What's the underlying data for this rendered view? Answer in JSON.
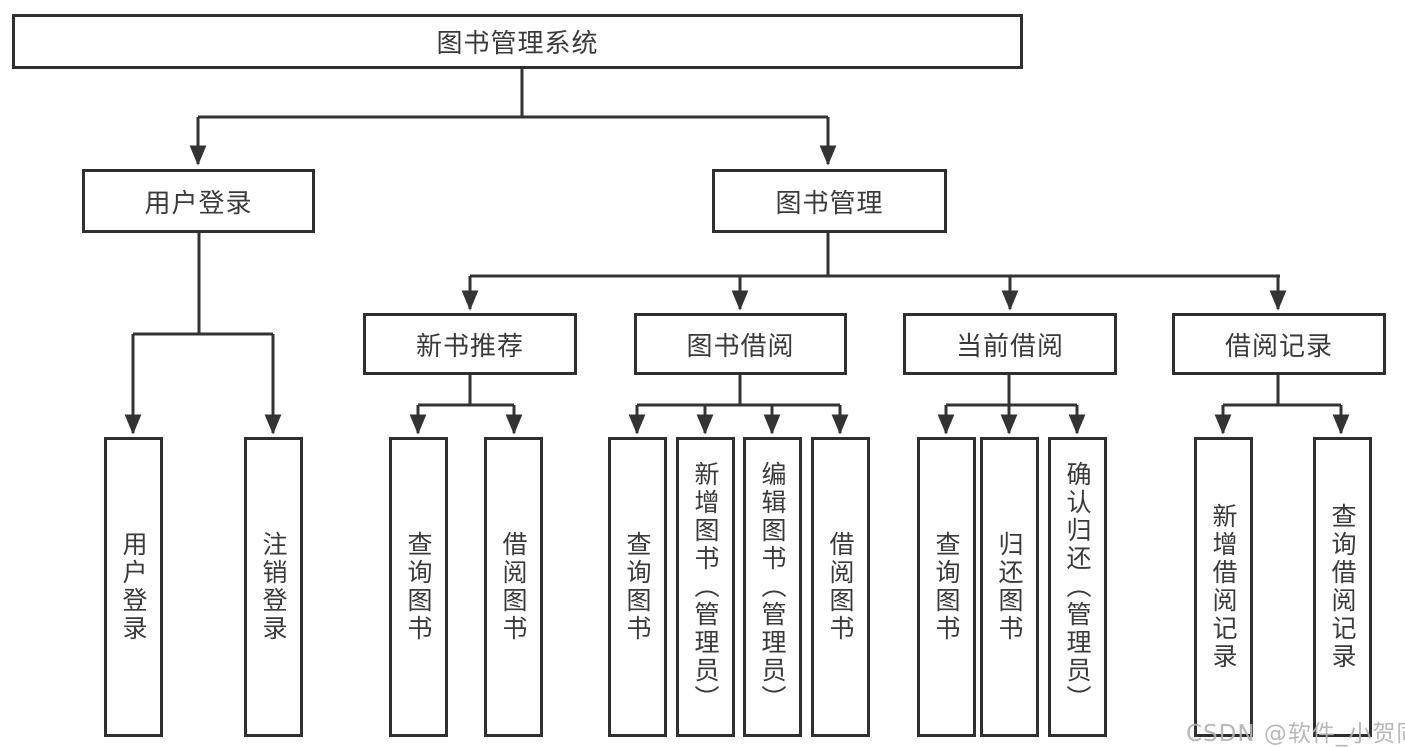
{
  "diagram": {
    "root": "图书管理系统",
    "branches": [
      "用户登录",
      "图书管理"
    ],
    "modules": [
      "新书推荐",
      "图书借阅",
      "当前借阅",
      "借阅记录"
    ],
    "leaves": [
      "用户登录",
      "注销登录",
      "查询图书",
      "借阅图书",
      "查询图书",
      "新增图书（管理员）",
      "编辑图书（管理员）",
      "借阅图书",
      "查询图书",
      "归还图书",
      "确认归还（管理员）",
      "新增借阅记录",
      "查询借阅记录"
    ],
    "colors": {
      "line": "#333333",
      "border": "#2f2f2f",
      "text": "#3a3a3a",
      "watermark": "#b2b2b2"
    }
  },
  "watermark": "CSDN @软件_小贺同学"
}
